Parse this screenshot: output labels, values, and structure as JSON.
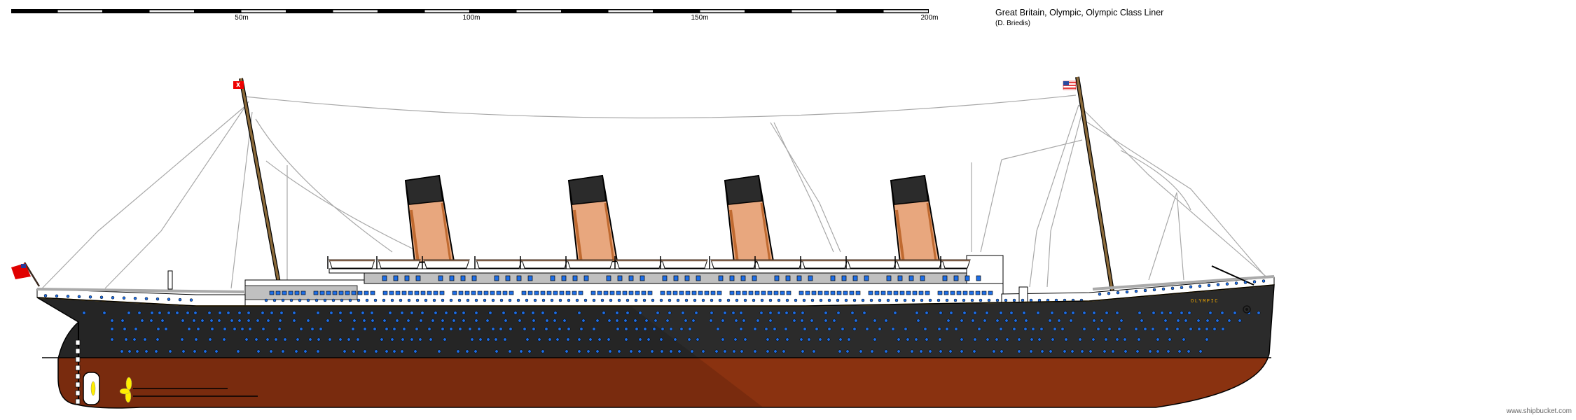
{
  "header": {
    "title": "Great Britain, Olympic, Olympic Class Liner",
    "author": "(D. Briedis)"
  },
  "scale_bar": {
    "unit_labels": [
      "50m",
      "100m",
      "150m",
      "200m"
    ],
    "label_values_m": [
      50,
      100,
      150,
      200
    ],
    "total_m": 200,
    "segment_m": 10
  },
  "ship": {
    "name_on_hull": "OLYMPIC",
    "funnel_count": 4,
    "mast_count": 2
  },
  "watermark": "www.shipbucket.com",
  "colors": {
    "hull_black": "#2b2b2b",
    "hull_red": "#8a3210",
    "funnel_buff": "#e8a77e",
    "funnel_top": "#2b2b2b",
    "porthole": "#1e6ee6",
    "superstructure": "#ffffff",
    "deck_gray": "#c0c0c0",
    "rigging": "#a8a8a8",
    "mast": "#8b6a3a",
    "boot_stripe": "#f0a800"
  }
}
